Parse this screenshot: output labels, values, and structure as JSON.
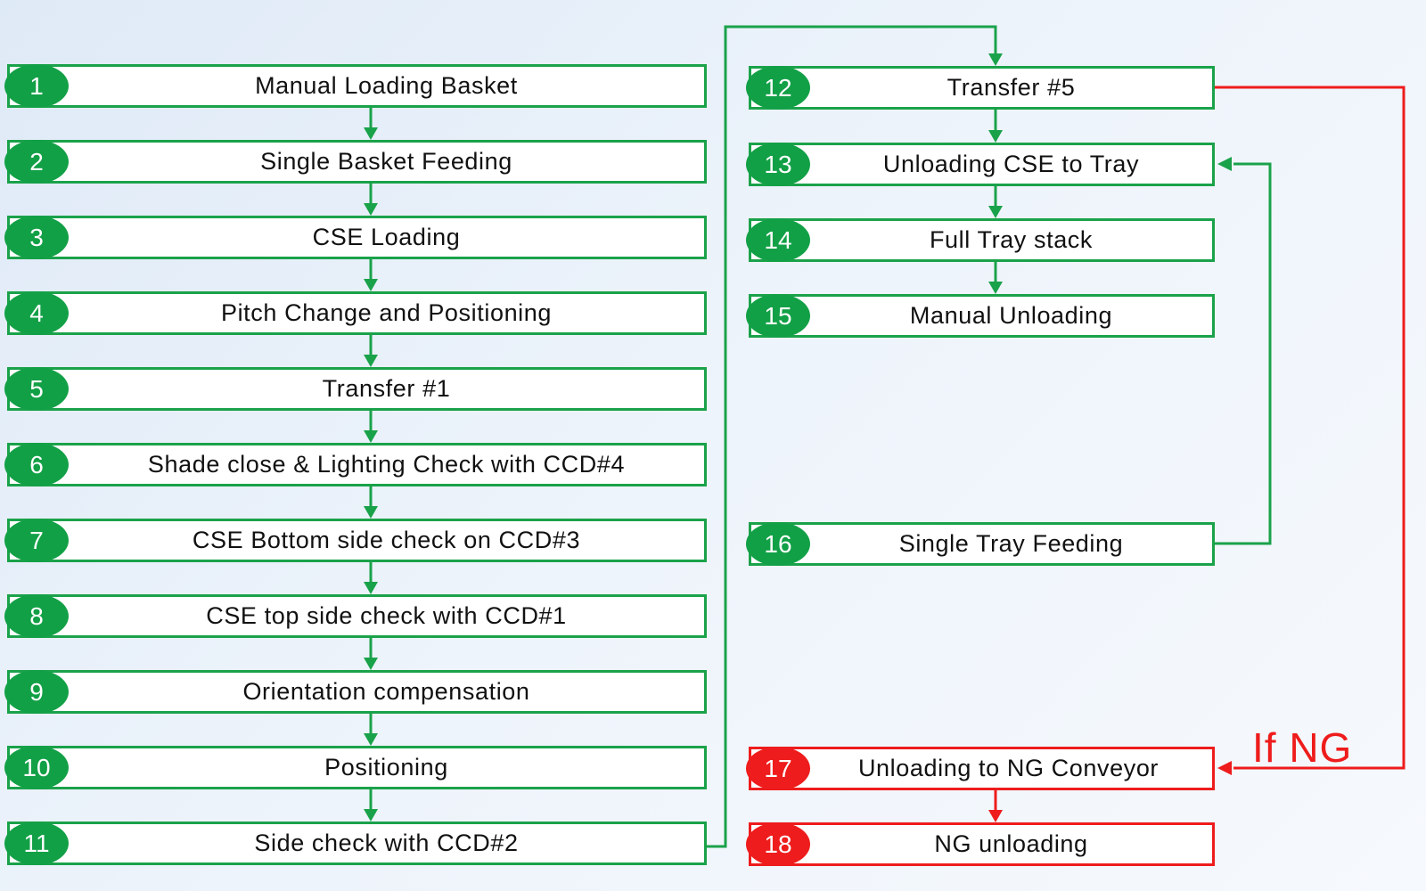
{
  "steps": [
    {
      "num": "1",
      "label": "Manual Loading Basket"
    },
    {
      "num": "2",
      "label": "Single Basket Feeding"
    },
    {
      "num": "3",
      "label": "CSE Loading"
    },
    {
      "num": "4",
      "label": "Pitch Change and Positioning"
    },
    {
      "num": "5",
      "label": "Transfer #1"
    },
    {
      "num": "6",
      "label": "Shade close & Lighting Check with CCD#4"
    },
    {
      "num": "7",
      "label": "CSE Bottom side check on CCD#3"
    },
    {
      "num": "8",
      "label": "CSE top side check with CCD#1"
    },
    {
      "num": "9",
      "label": "Orientation compensation"
    },
    {
      "num": "10",
      "label": "Positioning"
    },
    {
      "num": "11",
      "label": "Side check with CCD#2"
    },
    {
      "num": "12",
      "label": "Transfer #5"
    },
    {
      "num": "13",
      "label": "Unloading CSE to Tray"
    },
    {
      "num": "14",
      "label": "Full Tray stack"
    },
    {
      "num": "15",
      "label": "Manual Unloading"
    },
    {
      "num": "16",
      "label": "Single Tray Feeding"
    },
    {
      "num": "17",
      "label": "Unloading to NG Conveyor"
    },
    {
      "num": "18",
      "label": "NG unloading"
    }
  ],
  "ng_branch_label": "If NG",
  "colors": {
    "ok": "#1aa24a",
    "ng": "#ee1c1c"
  }
}
